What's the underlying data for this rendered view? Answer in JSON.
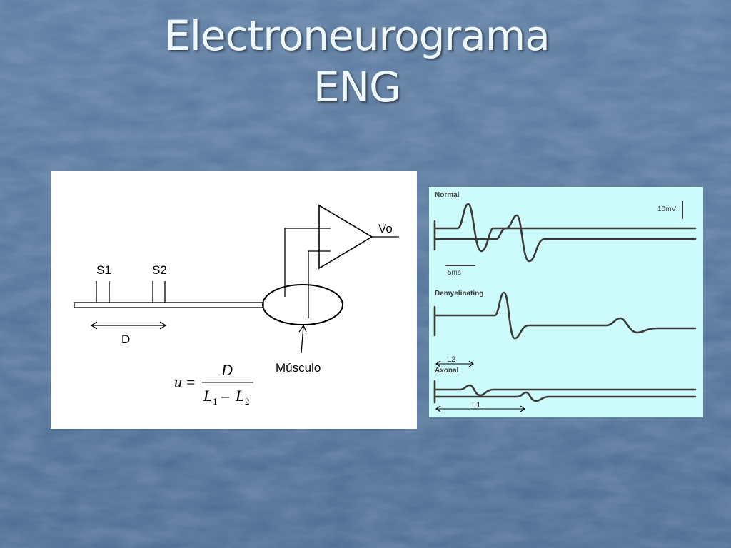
{
  "slide": {
    "title_line1": "Electroneurograma",
    "title_line2": "ENG"
  },
  "diagram": {
    "label_s1": "S1",
    "label_s2": "S2",
    "label_d": "D",
    "label_vo": "Vo",
    "label_musculo": "Músculo",
    "formula": {
      "lhs": "u",
      "equals": "=",
      "numerator": "D",
      "den_l1": "L",
      "den_sub1": "1",
      "minus": "–",
      "den_l2": "L",
      "den_sub2": "2"
    }
  },
  "traces": {
    "normal_label": "Normal",
    "scale_voltage": "10mV",
    "scale_time": "5ms",
    "demyelinating_label": "Demyelinating",
    "axonal_label": "Axonal",
    "l1_label": "L1",
    "l2_label": "L2"
  },
  "colors": {
    "background": "#4e6f94",
    "title": "#eef7f9",
    "trace_panel": "#cdfbfb",
    "trace_ink": "#3a3a3a"
  }
}
